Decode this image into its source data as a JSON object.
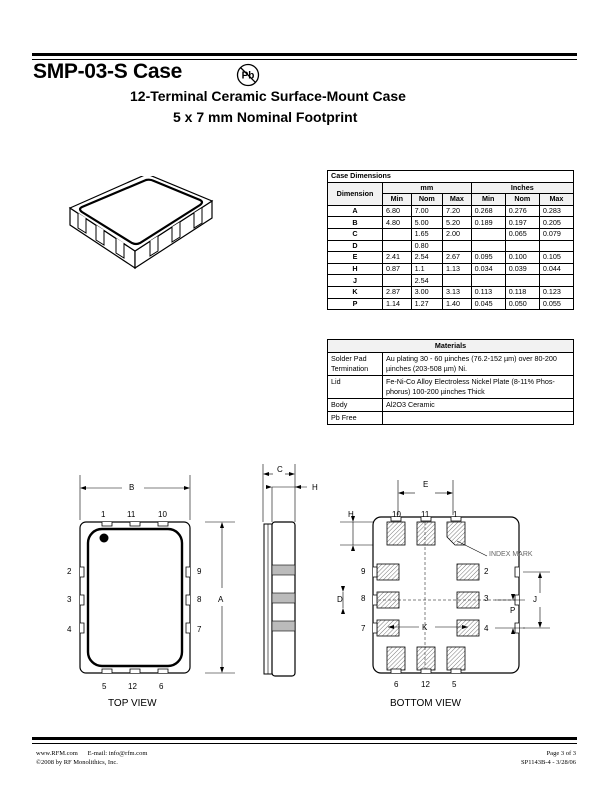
{
  "header": {
    "title": "SMP-03-S Case",
    "pb_mark": "Pb",
    "subtitle_1": "12-Terminal Ceramic Surface-Mount Case",
    "subtitle_2": "5 x 7 mm Nominal Footprint"
  },
  "dimensions_table": {
    "caption": "Case Dimensions",
    "dimension_header": "Dimension",
    "mm_header": "mm",
    "inches_header": "Inches",
    "sub_headers": [
      "Min",
      "Nom",
      "Max",
      "Min",
      "Nom",
      "Max"
    ],
    "rows": [
      {
        "label": "A",
        "values": [
          "6.80",
          "7.00",
          "7.20",
          "0.268",
          "0.276",
          "0.283"
        ]
      },
      {
        "label": "B",
        "values": [
          "4.80",
          "5.00",
          "5.20",
          "0.189",
          "0.197",
          "0.205"
        ]
      },
      {
        "label": "C",
        "values": [
          "",
          "1.65",
          "2.00",
          "",
          "0.065",
          "0.079"
        ]
      },
      {
        "label": "D",
        "values": [
          "",
          "0.80",
          "",
          "",
          "",
          ""
        ]
      },
      {
        "label": "E",
        "values": [
          "2.41",
          "2.54",
          "2.67",
          "0.095",
          "0.100",
          "0.105"
        ]
      },
      {
        "label": "H",
        "values": [
          "0.87",
          "1.1",
          "1.13",
          "0.034",
          "0.039",
          "0.044"
        ]
      },
      {
        "label": "J",
        "values": [
          "",
          "2.54",
          "",
          "",
          "",
          ""
        ]
      },
      {
        "label": "K",
        "values": [
          "2.87",
          "3.00",
          "3.13",
          "0.113",
          "0.118",
          "0.123"
        ]
      },
      {
        "label": "P",
        "values": [
          "1.14",
          "1.27",
          "1.40",
          "0.045",
          "0.050",
          "0.055"
        ]
      }
    ]
  },
  "materials_table": {
    "caption": "Materials",
    "rows": [
      {
        "name": "Solder Pad Termination",
        "value": "Au plating 30 - 60 µinches (76.2-152 µm) over 80-200 µinches (203-508 µm) Ni."
      },
      {
        "name": "Lid",
        "value": "Fe-Ni-Co Alloy Electroless Nickel Plate (8-11% Phos-phorus) 100-200 µinches Thick"
      },
      {
        "name": "Body",
        "value": "Al2O3 Ceramic"
      },
      {
        "name": "Pb Free",
        "value": ""
      }
    ]
  },
  "drawings": {
    "top_view_label": "TOP VIEW",
    "bottom_view_label": "BOTTOM VIEW",
    "top": {
      "dim_b": "B",
      "dim_a": "A",
      "top_pins": [
        "1",
        "11",
        "10"
      ],
      "left_pins": [
        "2",
        "3",
        "4"
      ],
      "right_pins": [
        "9",
        "8",
        "7"
      ],
      "bottom_pins": [
        "5",
        "12",
        "6"
      ]
    },
    "side": {
      "dim_c": "C",
      "dim_h": "H"
    },
    "bottom": {
      "dim_e": "E",
      "dim_h": "H",
      "dim_d": "D",
      "dim_j": "J",
      "dim_p": "P",
      "dim_k": "K",
      "index_mark": "INDEX  MARK",
      "top_pins": [
        "10",
        "11",
        "1"
      ],
      "left_pins": [
        "9",
        "8",
        "7"
      ],
      "right_pins": [
        "2",
        "3",
        "4"
      ],
      "bottom_pins": [
        "6",
        "12",
        "5"
      ]
    }
  },
  "footer": {
    "web": "www.RFM.com",
    "email": "E-mail: info@rfm.com",
    "copyright": "©2008 by RF Monolithics, Inc.",
    "page": "Page 3 of 3",
    "doc": "SP1143B-4 - 3/28/06"
  }
}
